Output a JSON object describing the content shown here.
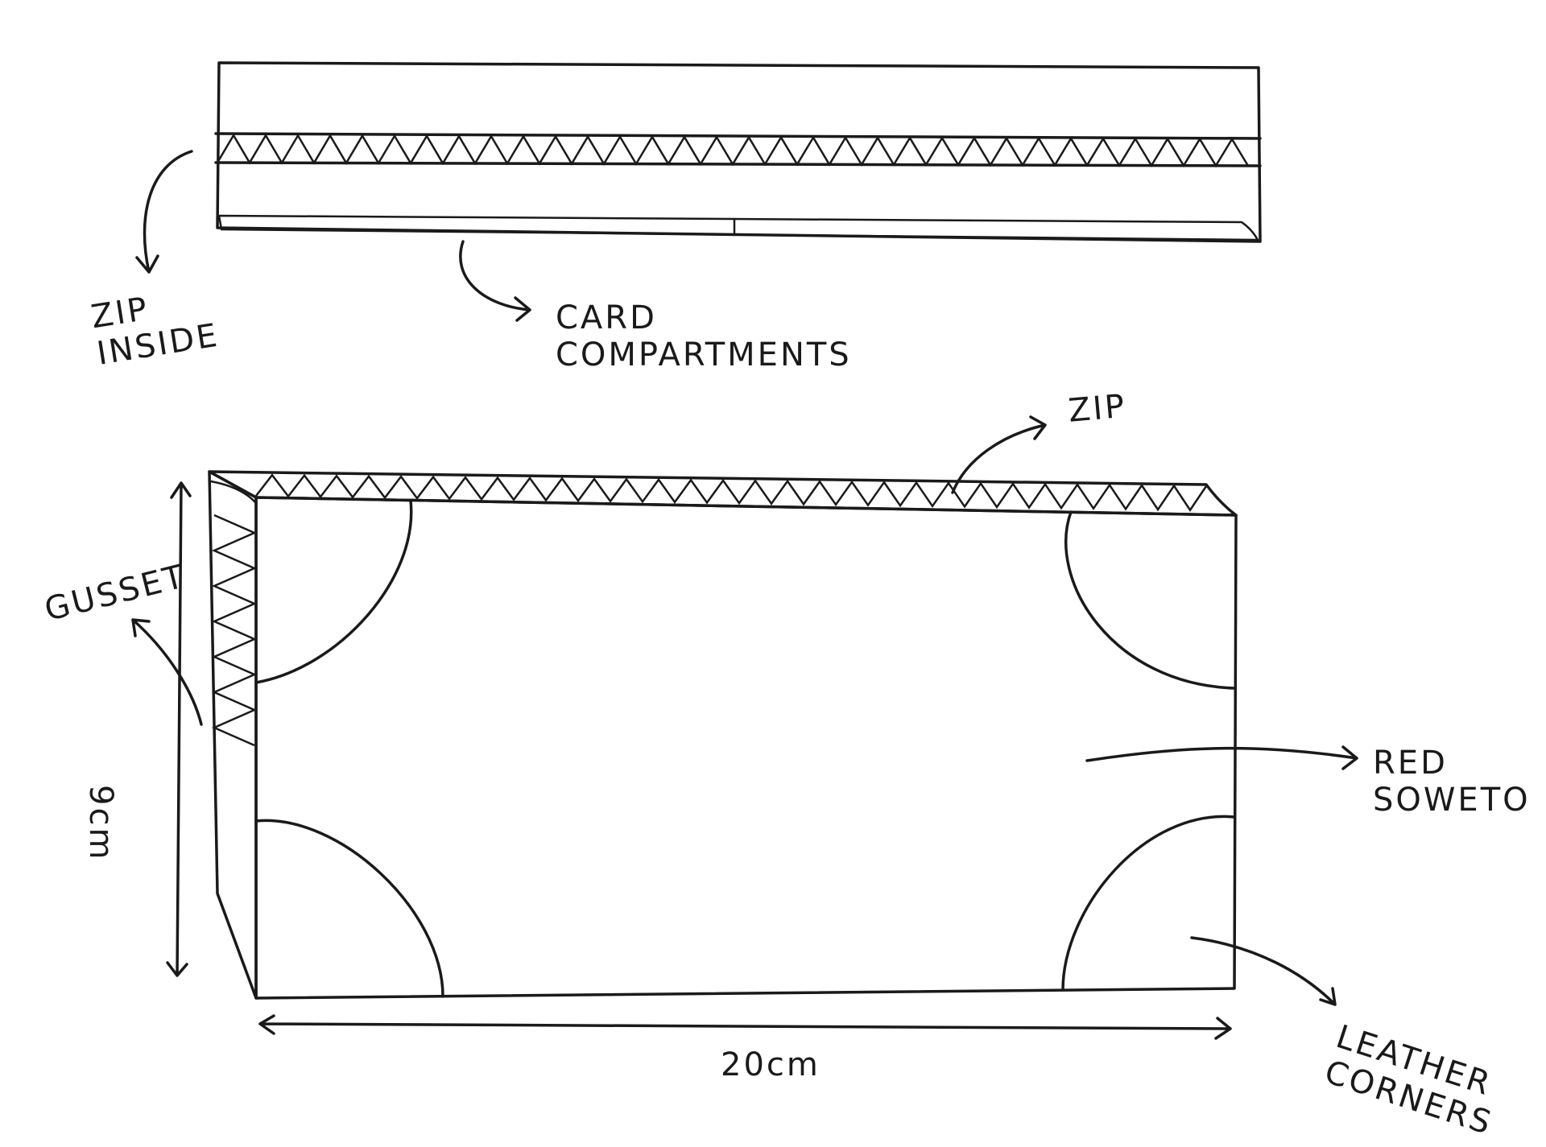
{
  "labels": {
    "zip_inside_line1": "ZIP",
    "zip_inside_line2": "INSIDE",
    "card_line1": "CARD",
    "card_line2": "COMPARTMENTS",
    "zip": "ZIP",
    "gusset": "GUSSET",
    "red_line1": "RED",
    "red_line2": "SOWETO",
    "leather_line1": "LEATHER",
    "leather_line2": "CORNERS",
    "width": "20cm",
    "height": "9cm"
  },
  "colors": {
    "ink": "#1a1a1a",
    "paper": "#ffffff"
  }
}
